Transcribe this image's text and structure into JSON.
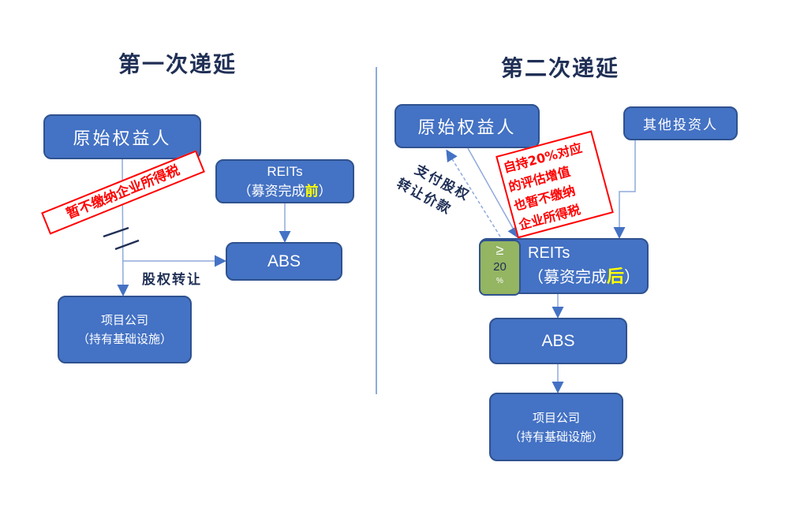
{
  "left": {
    "title": "第一次递延",
    "originator": "原始权益人",
    "reits_line1": "REITs",
    "reits_open": "（募资完成",
    "reits_highlight": "前",
    "reits_close": "）",
    "abs": "ABS",
    "project_line1": "项目公司",
    "project_line2": "（持有基础设施）",
    "stamp": "暂不缴纳企业所得税",
    "transfer_label": "股权转让"
  },
  "right": {
    "title": "第二次递延",
    "originator": "原始权益人",
    "other_investors": "其他投资人",
    "reits_line1": "REITs",
    "reits_open": "（募资完成",
    "reits_highlight": "后",
    "reits_close": "）",
    "holding_symbol": "≥",
    "holding_value": "20",
    "holding_unit": "%",
    "abs": "ABS",
    "project_line1": "项目公司",
    "project_line2": "（持有基础设施）",
    "stamp_lines": [
      "自持20%对应",
      "的评估增值",
      "也暂不缴纳",
      "企业所得税"
    ],
    "payment_line1": "支付股权",
    "payment_line2": "转让价款"
  }
}
